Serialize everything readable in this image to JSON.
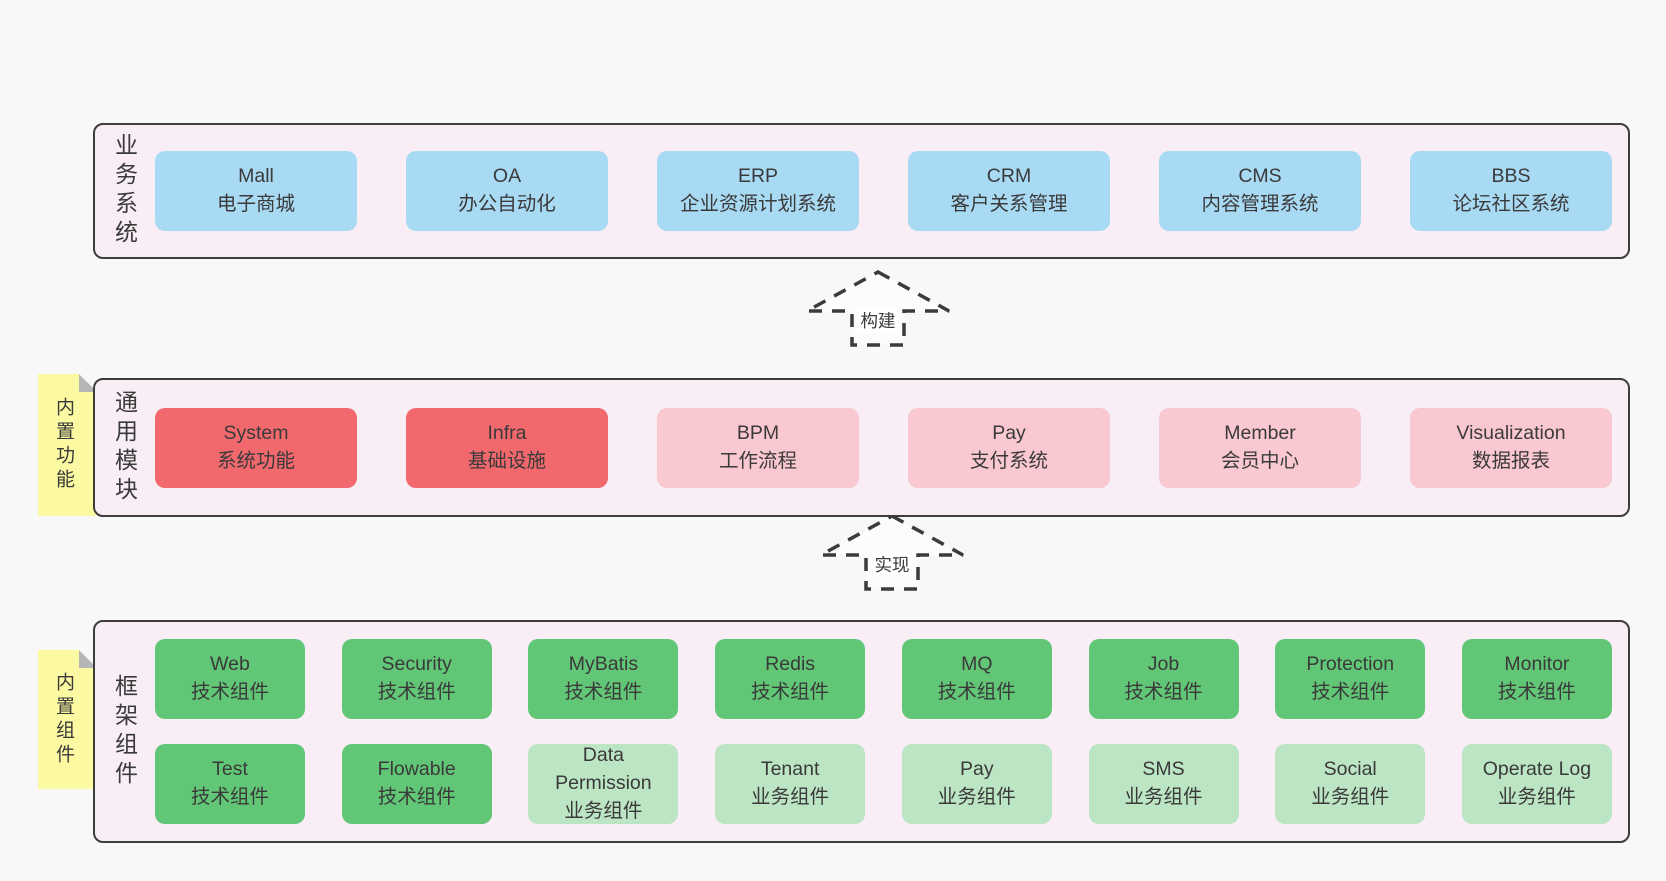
{
  "palette": {
    "page_background": "#f8f8f8",
    "band_background": "#f9edf6",
    "band_border": "#3d3d3d",
    "box_blue": "#a9daf4",
    "box_red": "#f1686d",
    "box_pink": "#f9c8d1",
    "box_green": "#61c676",
    "box_light_green": "#bce5c4",
    "note_yellow": "#fbf9a1",
    "note_fold_gray": "#b5b5b5",
    "text": "#3a3a3a"
  },
  "arrows": [
    {
      "label": "构建"
    },
    {
      "label": "实现"
    }
  ],
  "bands": [
    {
      "label": "业务系统",
      "rows": [
        [
          {
            "en": "Mall",
            "zh": "电子商城"
          },
          {
            "en": "OA",
            "zh": "办公自动化"
          },
          {
            "en": "ERP",
            "zh": "企业资源计划系统"
          },
          {
            "en": "CRM",
            "zh": "客户关系管理"
          },
          {
            "en": "CMS",
            "zh": "内容管理系统"
          },
          {
            "en": "BBS",
            "zh": "论坛社区系统"
          }
        ]
      ]
    },
    {
      "label": "通用模块",
      "note": "内置功能",
      "rows": [
        [
          {
            "en": "System",
            "zh": "系统功能"
          },
          {
            "en": "Infra",
            "zh": "基础设施"
          },
          {
            "en": "BPM",
            "zh": "工作流程"
          },
          {
            "en": "Pay",
            "zh": "支付系统"
          },
          {
            "en": "Member",
            "zh": "会员中心"
          },
          {
            "en": "Visualization",
            "zh": "数据报表"
          }
        ]
      ]
    },
    {
      "label": "框架组件",
      "note": "内置组件",
      "rows": [
        [
          {
            "en": "Web",
            "zh": "技术组件"
          },
          {
            "en": "Security",
            "zh": "技术组件"
          },
          {
            "en": "MyBatis",
            "zh": "技术组件"
          },
          {
            "en": "Redis",
            "zh": "技术组件"
          },
          {
            "en": "MQ",
            "zh": "技术组件"
          },
          {
            "en": "Job",
            "zh": "技术组件"
          },
          {
            "en": "Protection",
            "zh": "技术组件"
          },
          {
            "en": "Monitor",
            "zh": "技术组件"
          }
        ],
        [
          {
            "en": "Test",
            "zh": "技术组件"
          },
          {
            "en": "Flowable",
            "zh": "技术组件"
          },
          {
            "en": "Data Permission",
            "zh": "业务组件"
          },
          {
            "en": "Tenant",
            "zh": "业务组件"
          },
          {
            "en": "Pay",
            "zh": "业务组件"
          },
          {
            "en": "SMS",
            "zh": "业务组件"
          },
          {
            "en": "Social",
            "zh": "业务组件"
          },
          {
            "en": "Operate Log",
            "zh": "业务组件"
          }
        ]
      ]
    }
  ]
}
